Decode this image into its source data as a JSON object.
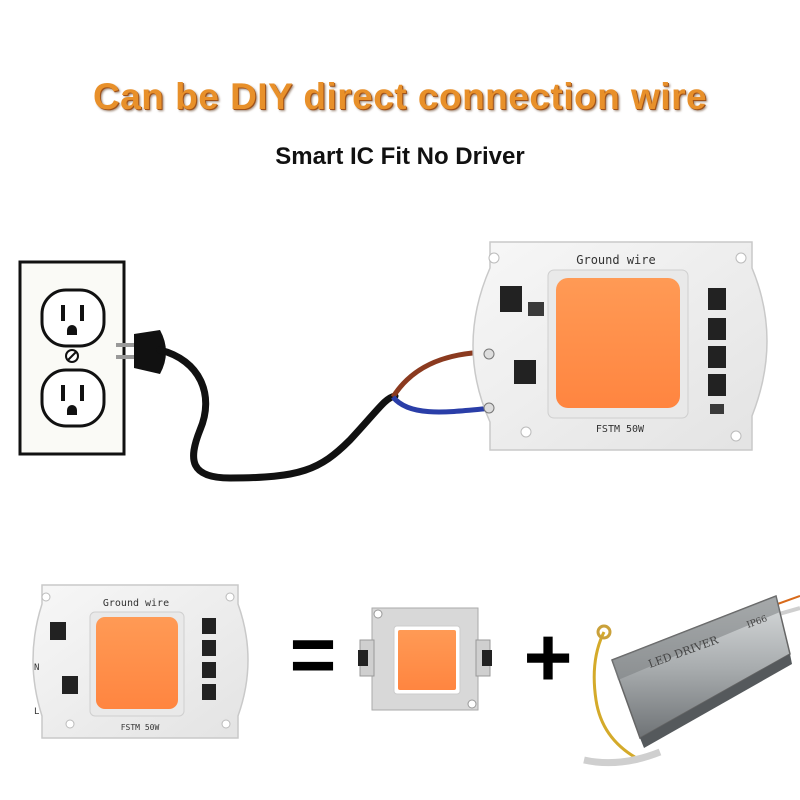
{
  "headline": "Can be DIY direct connection wire",
  "subheadline": "Smart IC Fit No Driver",
  "main_board": {
    "ground_label": "Ground wire",
    "model_label": "FSTM 50W"
  },
  "small_board": {
    "ground_label": "Ground wire",
    "model_label": "FSTM 50W",
    "terminal_n": "N",
    "terminal_l": "L"
  },
  "driver": {
    "label": "LED DRIVER",
    "rating": "IP66"
  },
  "equation": {
    "equals": "=",
    "plus": "+"
  },
  "colors": {
    "headline": "#e8902a",
    "led_chip": "#ff9248",
    "live_wire": "#8b3a1f",
    "neutral_wire": "#2a3ea8"
  },
  "icons": [
    "wall-outlet-icon",
    "power-plug-icon",
    "equals-sign-icon",
    "plus-sign-icon"
  ]
}
